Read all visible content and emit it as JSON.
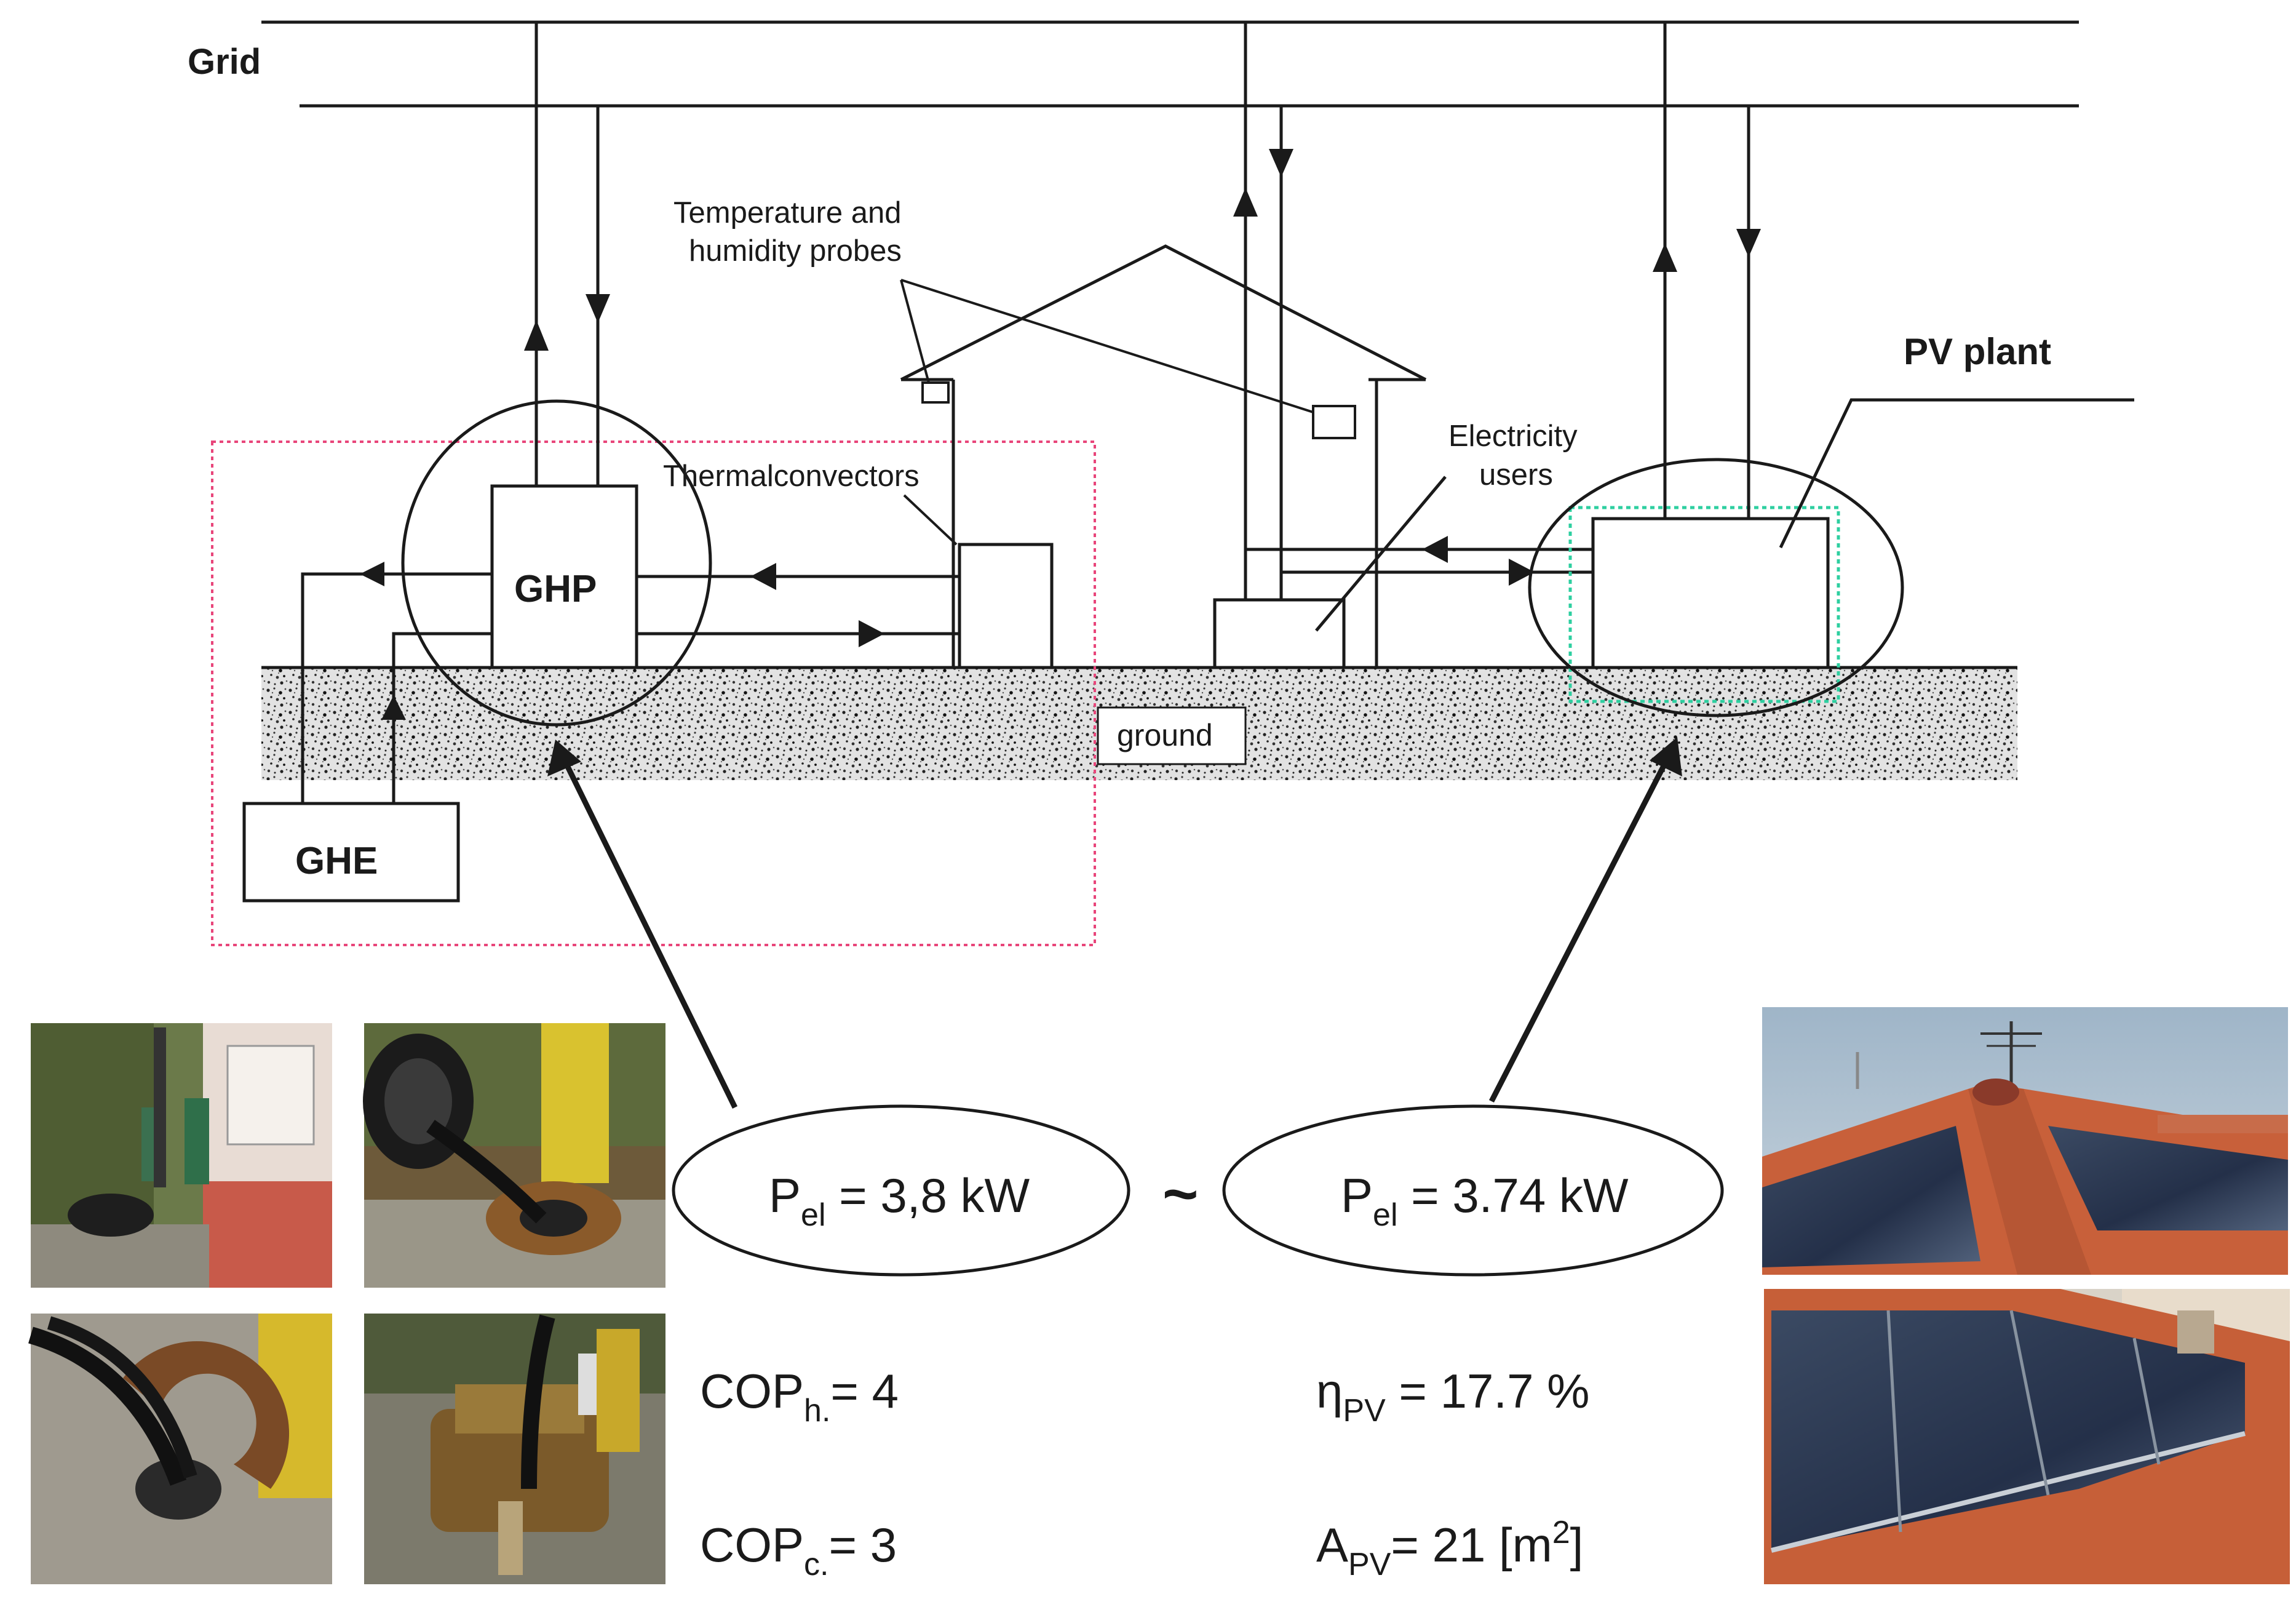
{
  "labels": {
    "grid": "Grid",
    "temp_probes_line1": "Temperature and",
    "temp_probes_line2": "humidity probes",
    "pv_plant": "PV plant",
    "thermalconvectors": "Thermalconvectors",
    "electricity_users_line1": "Electricity",
    "electricity_users_line2": "users",
    "ghp": "GHP",
    "ghe": "GHE",
    "ground": "ground"
  },
  "params": {
    "ghp": {
      "sym": "P",
      "sub": "el",
      "rest": " = 3,8 kW"
    },
    "pv": {
      "sym": "P",
      "sub": "el",
      "rest": " = 3.74 kW"
    },
    "approx": "~",
    "cop_h": {
      "sym": "COP",
      "sub": "h.",
      "rest": "=  4"
    },
    "cop_c": {
      "sym": "COP",
      "sub": "c.",
      "rest": "=  3"
    },
    "eta_pv": {
      "sym": "η",
      "sub": "PV",
      "rest": " = 17.7 %"
    },
    "a_pv": {
      "sym": "A",
      "sub": "PV",
      "rest": "=  21 [m",
      "sup": "2",
      "end": "]"
    }
  },
  "colors": {
    "line": "#1a1a1a",
    "ghp_boundary": "#e8457a",
    "pv_boundary": "#2ecfa0",
    "ground_fill": "#dcdcdc",
    "roof_tile": "#c8603a",
    "panel": "#2c3a52",
    "sky": "#a8bccd"
  },
  "icons": [
    "arrow-up-icon",
    "arrow-down-icon",
    "arrow-left-icon",
    "arrow-right-icon"
  ]
}
